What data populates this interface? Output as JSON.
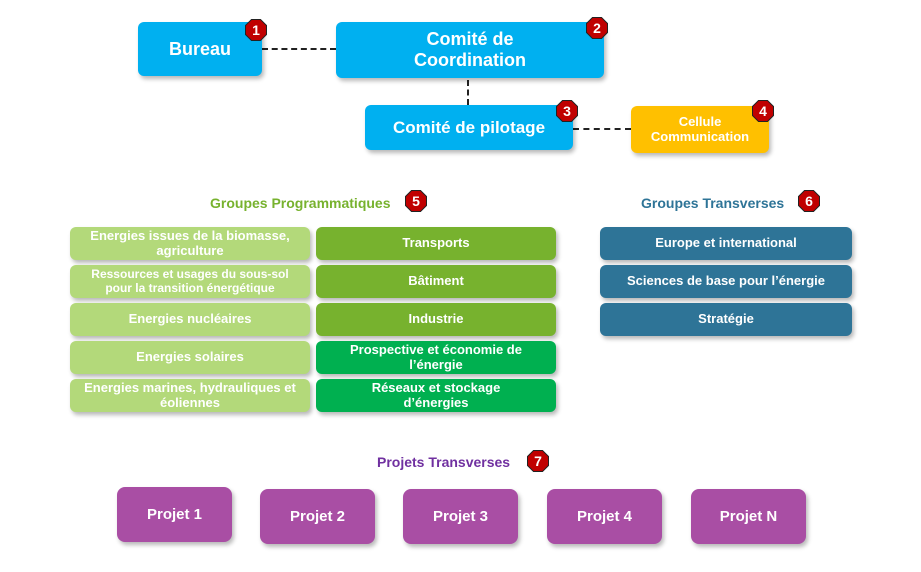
{
  "top": {
    "bureau": {
      "label": "Bureau",
      "num": "1"
    },
    "coordination": {
      "label_line1": "Comité de",
      "label_line2": "Coordination",
      "num": "2"
    },
    "pilotage": {
      "label": "Comité de pilotage",
      "num": "3"
    },
    "communication": {
      "label_line1": "Cellule",
      "label_line2": "Communication",
      "num": "4"
    }
  },
  "programmatiques": {
    "title": "Groupes Programmatiques",
    "title_color": "#77b22e",
    "num": "5",
    "left": [
      "Energies issues de la biomasse, agriculture",
      "Ressources et usages du sous-sol pour la transition énergétique",
      "Energies nucléaires",
      "Energies solaires",
      "Energies marines, hydrauliques et éoliennes"
    ],
    "right": [
      "Transports",
      "Bâtiment",
      "Industrie",
      "Prospective et économie de l’énergie",
      "Réseaux  et stockage d’énergies"
    ]
  },
  "transverses": {
    "title": "Groupes Transverses",
    "title_color": "#2e7497",
    "num": "6",
    "items": [
      "Europe et international",
      "Sciences de base pour l’énergie",
      "Stratégie"
    ]
  },
  "projets": {
    "title": "Projets Transverses",
    "title_color": "#7030a0",
    "num": "7",
    "items": [
      "Projet 1",
      "Projet 2",
      "Projet 3",
      "Projet 4",
      "Projet N"
    ]
  },
  "colors": {
    "blue": "#00b0f0",
    "yellow": "#ffc000",
    "light_green": "#b3d97a",
    "green": "#77b22e",
    "dark_green": "#00b050",
    "steel_blue": "#2e7497",
    "purple": "#a94ea4",
    "badge_red": "#c00000"
  }
}
